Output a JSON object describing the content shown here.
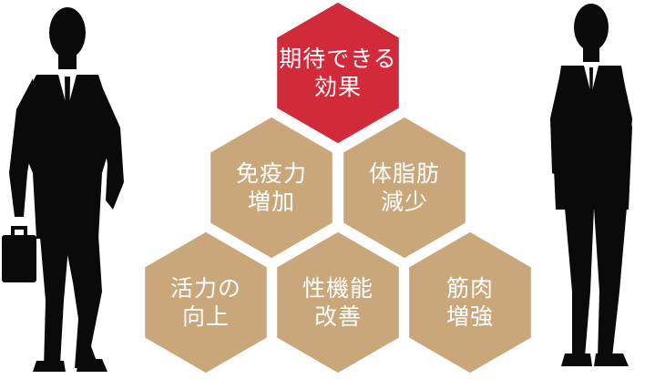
{
  "colors": {
    "accent": "#d12a3a",
    "tan": "#c9a77a",
    "silhouette": "#0a0a0a",
    "text": "#ffffff"
  },
  "hexagons": [
    {
      "id": "top",
      "line1": "期待できる",
      "line2": "効果",
      "color": "#d12a3a"
    },
    {
      "id": "middle-left",
      "line1": "免疫力",
      "line2": "増加",
      "color": "#c9a77a"
    },
    {
      "id": "middle-right",
      "line1": "体脂肪",
      "line2": "減少",
      "color": "#c9a77a"
    },
    {
      "id": "bottom-left",
      "line1": "活力の",
      "line2": "向上",
      "color": "#c9a77a"
    },
    {
      "id": "bottom-center",
      "line1": "性機能",
      "line2": "改善",
      "color": "#c9a77a"
    },
    {
      "id": "bottom-right",
      "line1": "筋肉",
      "line2": "増強",
      "color": "#c9a77a"
    }
  ]
}
